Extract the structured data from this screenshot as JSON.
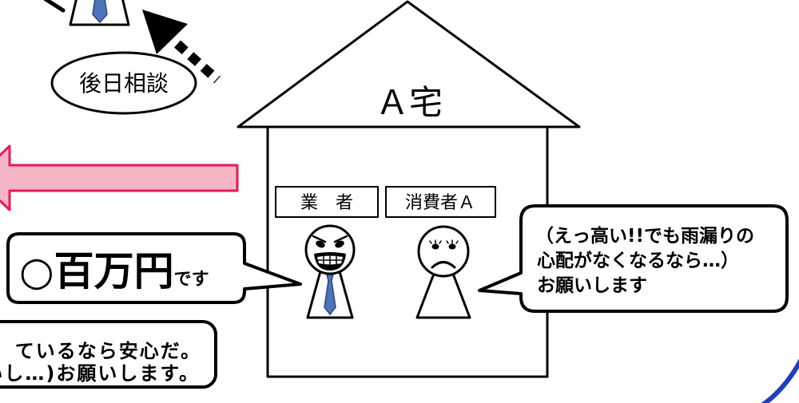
{
  "ellipse_label": "後日相談",
  "house": {
    "label": "Ａ宅"
  },
  "roles": {
    "business": "業　者",
    "consumer": "消費者Ａ"
  },
  "business_bubble": {
    "amount": "○百万円",
    "suffix": "です"
  },
  "consumer_bubble": {
    "lines": [
      "（えっ高い!!でも雨漏りの",
      "心配がなくなるなら…）",
      "お願いします"
    ]
  },
  "left_bubble": {
    "lines": [
      "ているなら安心だ。",
      "いし…)お願いします。"
    ]
  },
  "icons": {
    "business_face": "grinning-face-icon",
    "consumer_face": "worried-face-icon",
    "tie": "necktie-icon"
  },
  "colors": {
    "arrow_fill": "#f4b6c4",
    "arrow_stroke": "#e5195e",
    "tie": "#4f73b9",
    "tie_outline": "#2b4780",
    "curve": "#1f3fbf"
  }
}
